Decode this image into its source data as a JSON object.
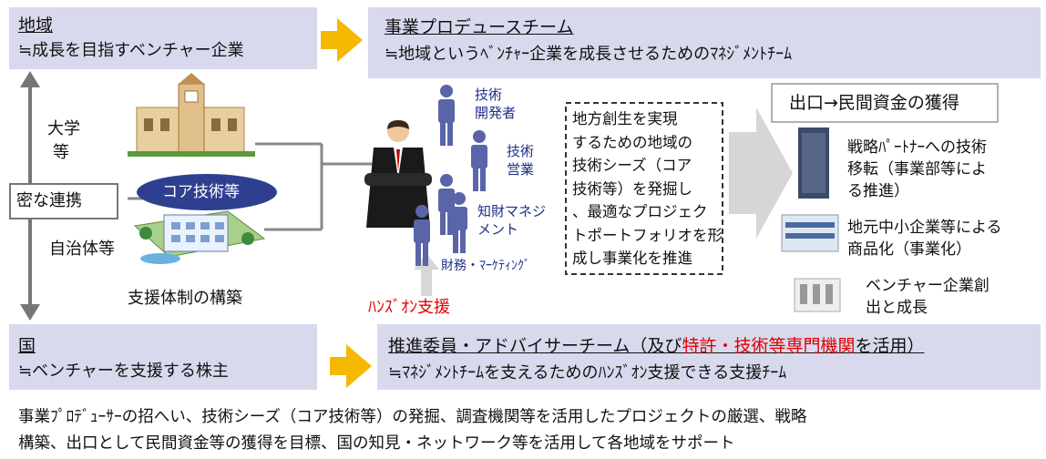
{
  "top_left": {
    "title": "地域",
    "subtitle": "≒成長を目指すベンチャー企業"
  },
  "top_right": {
    "title": "事業プロデュースチーム",
    "subtitle": "≒地域というﾍﾞﾝﾁｬｰ企業を成長させるためのﾏﾈｼﾞﾒﾝﾄﾁｰﾑ"
  },
  "left": {
    "univ": [
      "大学",
      "等"
    ],
    "core": "コア技術等",
    "link": "密な連携",
    "gov": "自治体等",
    "support": "支援体制の構築"
  },
  "team": {
    "tech_dev": [
      "技術",
      "開発者"
    ],
    "tech_sales": [
      "技術",
      "営業"
    ],
    "ip": [
      "知財マネジ",
      "メント"
    ],
    "finance": "財務・ﾏｰｹﾃｨﾝｸﾞ",
    "hands_on": "ﾊﾝｽﾞｵﾝ支援"
  },
  "center_text": [
    "地方創生を実現",
    "するための地域の",
    "技術シーズ（コア",
    "技術等）を発掘し",
    "、最適なプロジェク",
    "トポートフォリオを形",
    "成し事業化を推進"
  ],
  "exit": {
    "title": "出口→民間資金の獲得",
    "items": [
      [
        "戦略ﾊﾟｰﾄﾅｰへの技術",
        "移転（事業部等によ",
        "る推進）"
      ],
      [
        "地元中小企業等による",
        "商品化（事業化）"
      ],
      [
        "ベンチャー企業創",
        "出と成長"
      ]
    ]
  },
  "bottom_left": {
    "title": "国",
    "subtitle": "≒ベンチャーを支援する株主"
  },
  "bottom_right": {
    "title_a": "推進委員・アドバイサーチーム（及び",
    "title_red": "特許・技術等専門機関",
    "title_b": "を活用）",
    "subtitle": "≒ﾏﾈｼﾞﾒﾝﾄﾁｰﾑを支えるためのﾊﾝｽﾞｵﾝ支援できる支援ﾁｰﾑ"
  },
  "footer": [
    "事業ﾌﾟﾛﾃﾞｭｰｻｰの招へい、技術シーズ（コア技術等）の発掘、調査機関等を活用したプロジェクトの厳選、戦略",
    "構築、出口として民間資金等の獲得を目標、国の知見・ネットワーク等を活用して各地域をサポート"
  ],
  "colors": {
    "box": "#d9d9ed",
    "arrow_orange": "#f5b800",
    "core_oval": "#2f3f8f",
    "accent_red": "#e00000",
    "gray_arrow": "#d6d6d6"
  }
}
